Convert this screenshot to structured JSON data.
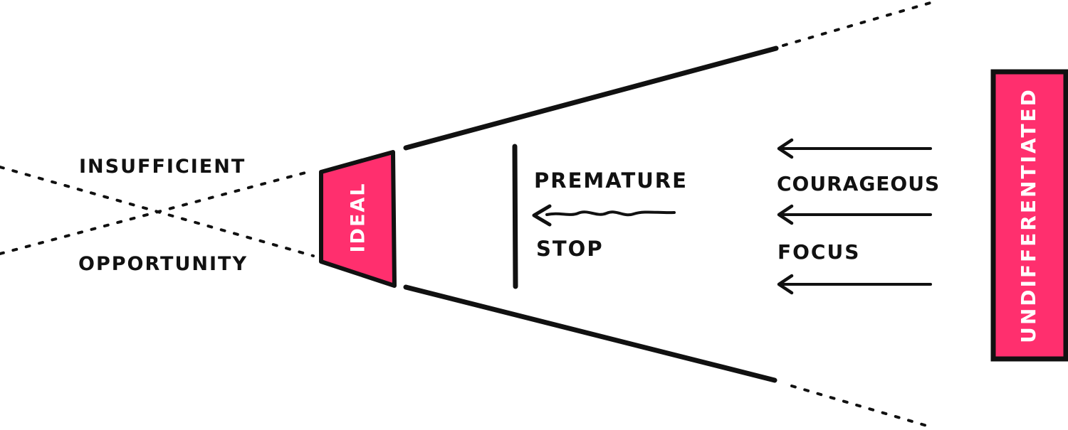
{
  "labels": {
    "insufficient": "INSUFFICIENT",
    "opportunity": "OPPORTUNITY",
    "ideal": "IDEAL",
    "premature": "PREMATURE",
    "stop": "STOP",
    "courageous": "COURAGEOUS",
    "focus": "FOCUS",
    "undifferentiated": "UNDIFFERENTIATED"
  },
  "colors": {
    "accent": "#ff2f6e",
    "ink": "#111111",
    "background": "#ffffff"
  }
}
